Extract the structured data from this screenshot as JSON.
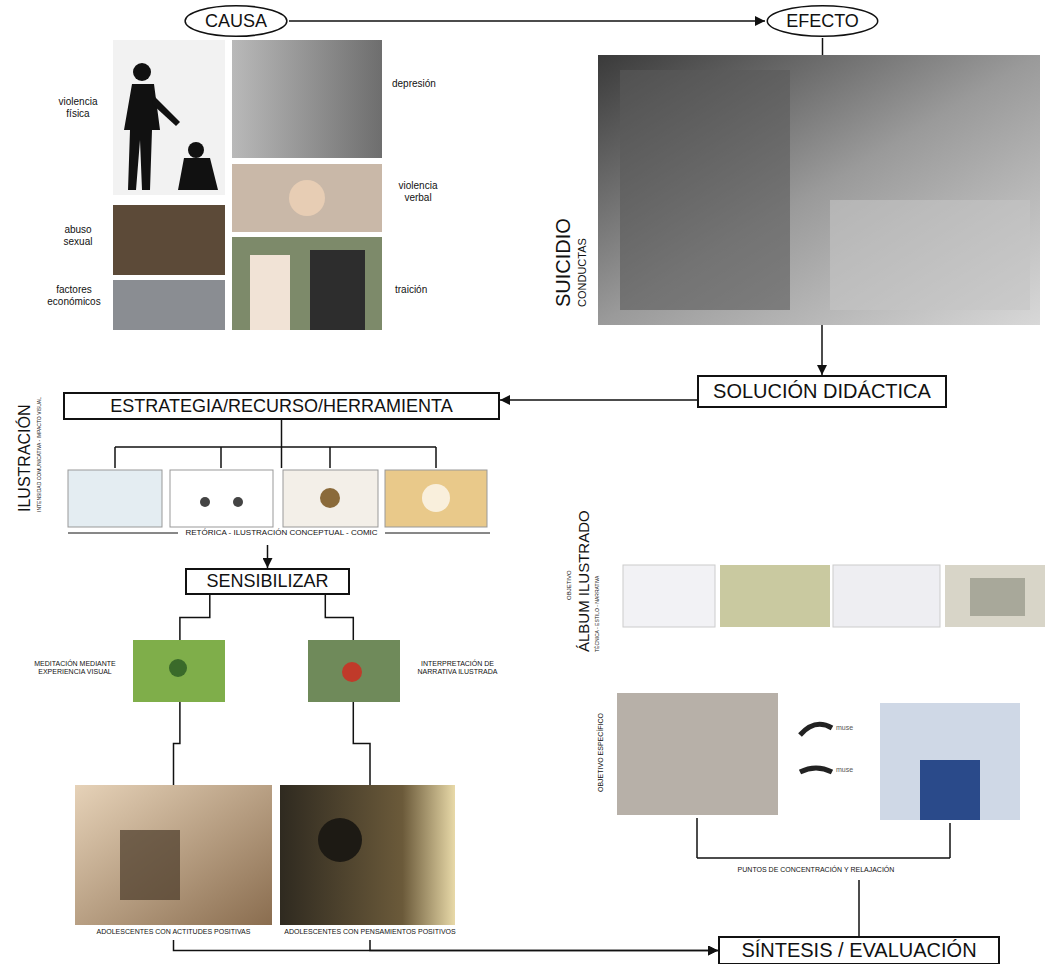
{
  "diagram": {
    "nodes": [
      {
        "text": [
          "CAUSA"
        ]
      },
      {
        "text": [
          "EFECTO"
        ]
      },
      {
        "text": [
          "SUICIDIO",
          "CONDUCTAS"
        ]
      },
      {
        "text": [
          "SOLUCIÓN DIDÁCTICA"
        ]
      },
      {
        "text": [
          "ESTRATEGIA/RECURSO/HERRAMIENTA"
        ]
      },
      {
        "text": [
          "RETÓRICA - ILUSTRACIÓN CONCEPTUAL - COMIC"
        ]
      },
      {
        "text": [
          "SENSIBILIZAR"
        ]
      },
      {
        "text": [
          "MEDITACIÓN MEDIANTE EXPERIENCIA VISUAL"
        ]
      },
      {
        "text": [
          "INTERPRETACIÓN DE NARRATIVA ILUSTRADA"
        ]
      },
      {
        "text": [
          "ADOLESCENTES CON ACTITUDES POSITIVAS"
        ]
      },
      {
        "text": [
          "ADOLESCENTES CON PENSAMIENTOS POSITIVOS"
        ]
      },
      {
        "text": [
          "SÍNTESIS / EVALUACIÓN"
        ]
      },
      {
        "text": [
          "PUNTOS DE CONCENTRACIÓN Y RELAJACIÓN"
        ]
      }
    ],
    "edges": [
      {
        "from": 0,
        "to": 1,
        "arrow": "to"
      },
      {
        "from": 1,
        "to": 2,
        "arrow": "none"
      },
      {
        "from": 2,
        "to": 3,
        "arrow": "to"
      },
      {
        "from": 3,
        "to": 4,
        "arrow": "to"
      },
      {
        "from": 4,
        "to": 5,
        "arrow": "none"
      },
      {
        "from": 5,
        "to": 6,
        "arrow": "to"
      },
      {
        "from": 6,
        "to": 7,
        "arrow": "none"
      },
      {
        "from": 6,
        "to": 8,
        "arrow": "none"
      },
      {
        "from": 7,
        "to": 9,
        "arrow": "none"
      },
      {
        "from": 8,
        "to": 10,
        "arrow": "none"
      },
      {
        "from": 9,
        "to": 11,
        "arrow": "to"
      },
      {
        "from": 10,
        "to": 11,
        "arrow": "to"
      },
      {
        "from": 12,
        "to": 11,
        "arrow": "none"
      }
    ],
    "labels": [
      "violencia física",
      "depresión",
      "abuso sexual",
      "violencia verbal",
      "factores económicos",
      "traición",
      "ILUSTRACIÓN",
      "INTENSIDAD COMUNICATIVA - IMPACTO VISUAL",
      "OBJETIVO",
      "ÁLBUM ILUSTRADO",
      "TÉCNICA - ESTILO - NARRATIVA",
      "OBJETIVO ESPECÍFICO",
      "muse",
      "muse"
    ]
  }
}
